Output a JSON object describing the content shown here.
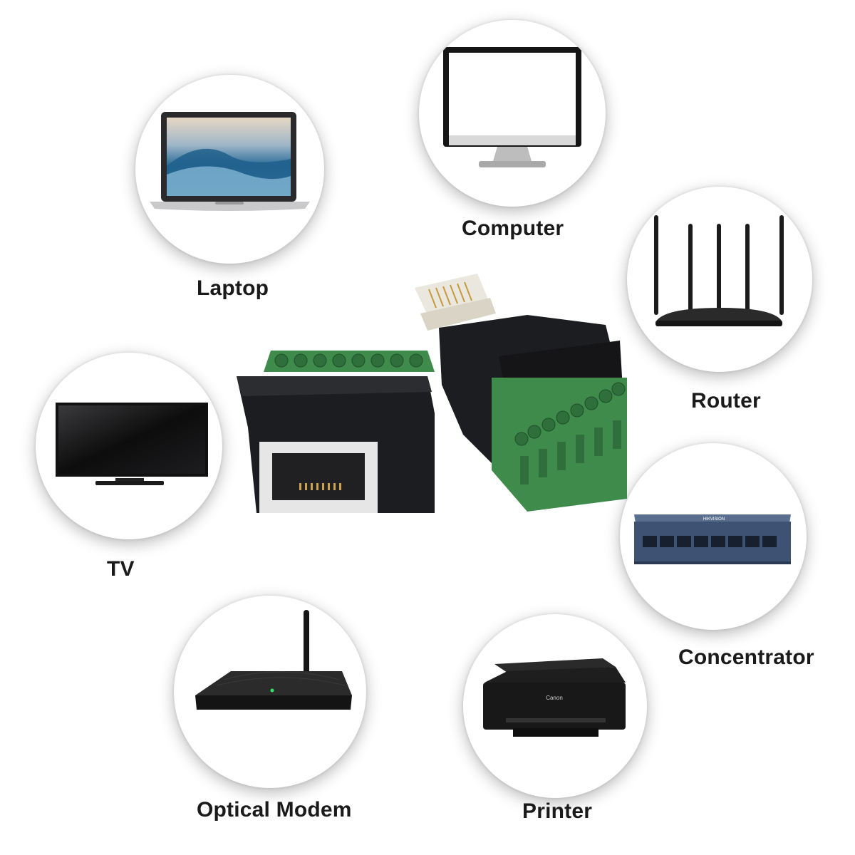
{
  "devices": {
    "laptop": "Laptop",
    "computer": "Computer",
    "router": "Router",
    "tv": "TV",
    "concentrator": "Concentrator",
    "optical_modem": "Optical Modem",
    "printer": "Printer"
  },
  "colors": {
    "terminal_green": "#3f8b4c",
    "adapter_black": "#1c1d20",
    "switch_blue": "#3e5374",
    "label_text": "#1a1a1a"
  }
}
